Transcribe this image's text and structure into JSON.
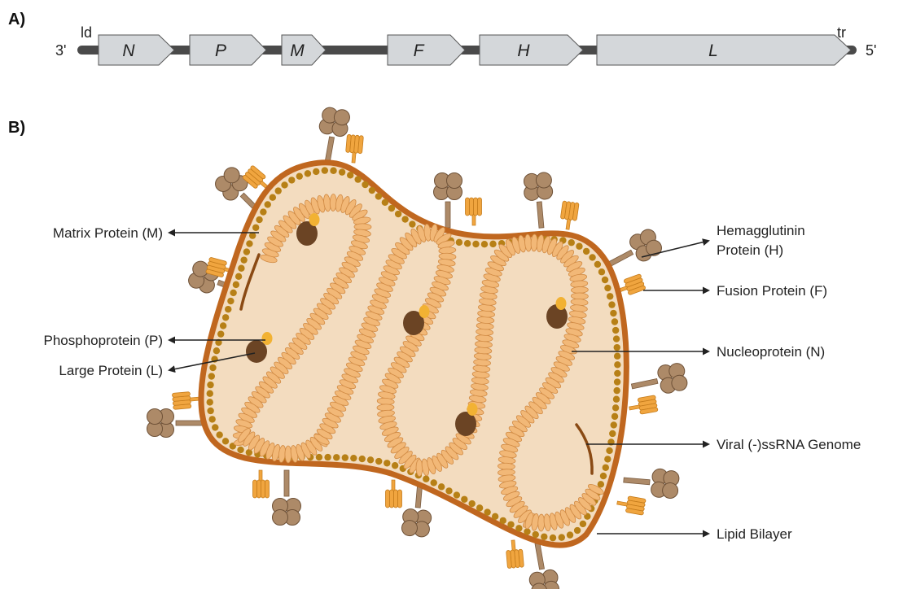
{
  "panel_a": {
    "label": "A)",
    "left_end": "3'",
    "right_end": "5'",
    "leader": "ld",
    "trailer": "tr",
    "genes": [
      "N",
      "P",
      "M",
      "F",
      "H",
      "L"
    ]
  },
  "panel_b": {
    "label": "B)",
    "labels": {
      "matrix": "Matrix Protein (M)",
      "phospho": "Phosphoprotein (P)",
      "large": "Large Protein (L)",
      "hemagglutinin_line1": "Hemagglutinin",
      "hemagglutinin_line2": "Protein (H)",
      "fusion": "Fusion Protein (F)",
      "nucleo": "Nucleoprotein (N)",
      "genome": "Viral (-)ssRNA Genome",
      "bilayer": "Lipid Bilayer"
    }
  },
  "colors": {
    "membrane": "#c0671f",
    "interior": "#f3dcbf",
    "bead": "#b78016",
    "nucleoprotein": "#f2b877",
    "nucleoprotein_edge": "#d08a44",
    "polymerase": "#6b4424",
    "phosphoprotein": "#f2b233",
    "h_protein": "#ad8a68",
    "f_protein": "#f0a53f",
    "gene_box": "#d4d7da",
    "genome_bar": "#4a4a4a"
  }
}
